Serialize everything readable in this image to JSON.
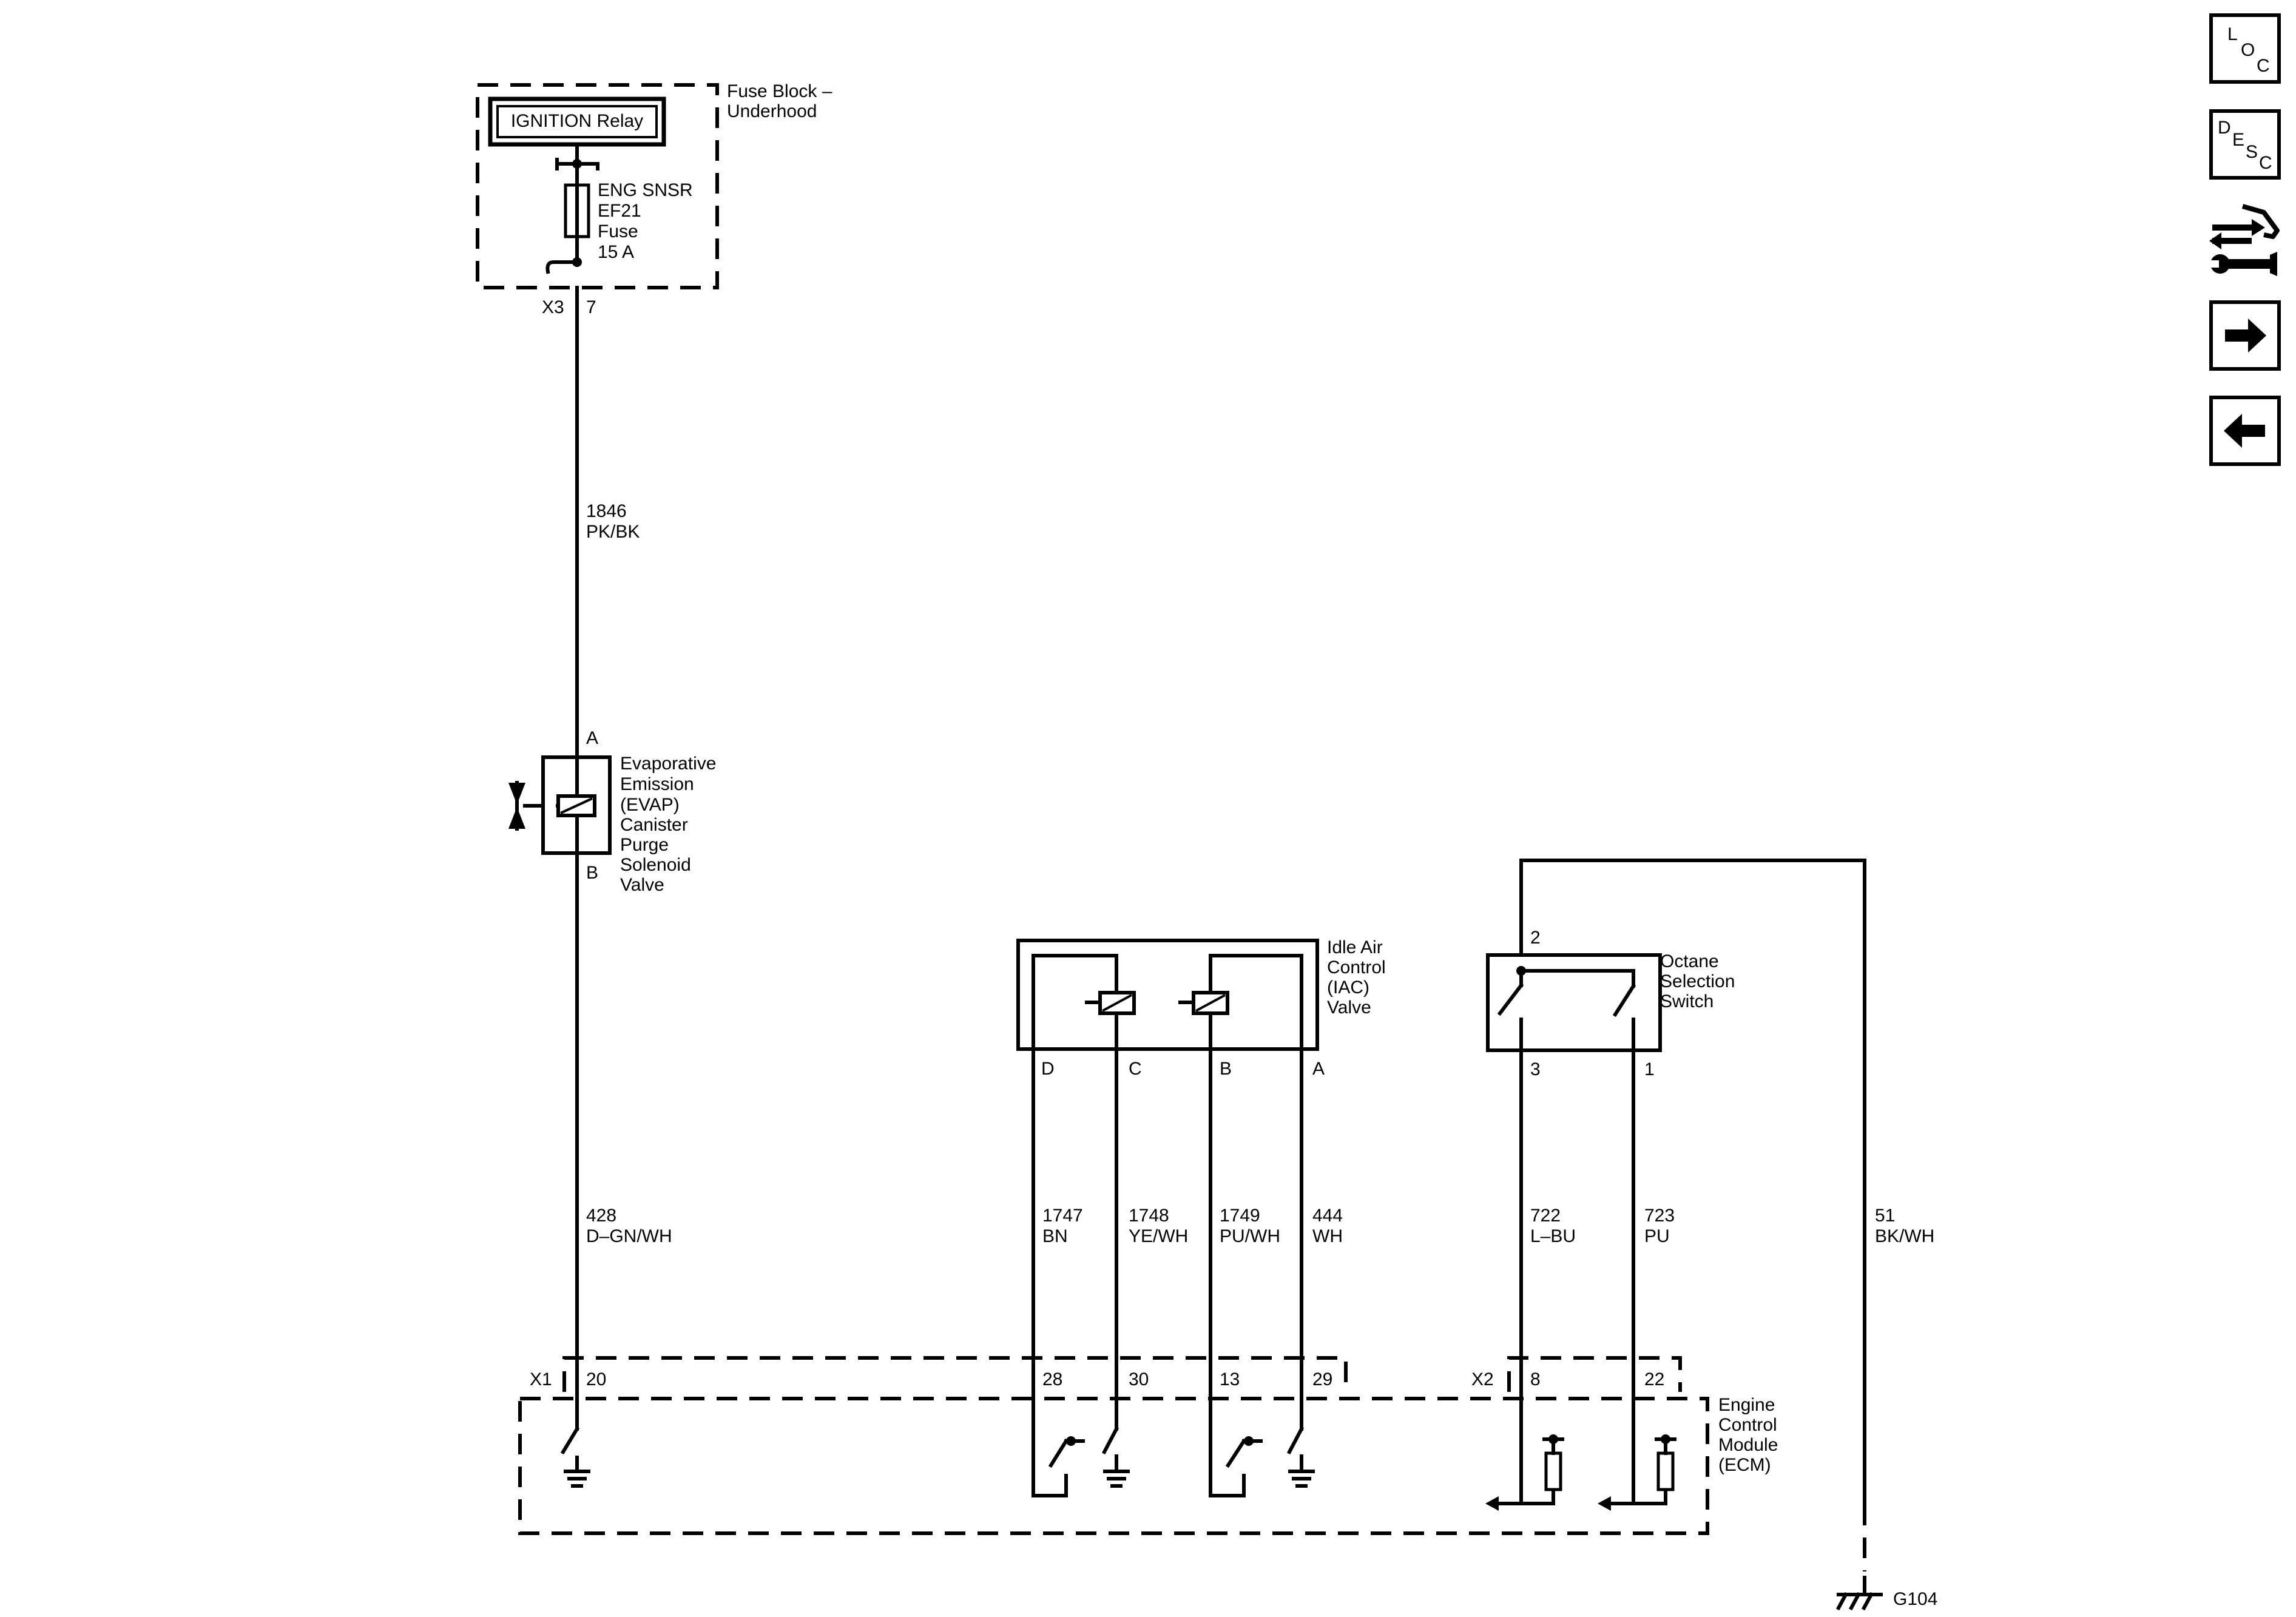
{
  "fuse_block": {
    "title_l1": "Fuse Block –",
    "title_l2": "Underhood",
    "relay_label": "IGNITION Relay",
    "fuse_l1": "ENG SNSR",
    "fuse_l2": "EF21",
    "fuse_l3": "Fuse",
    "fuse_l4": "15 A",
    "connector": "X3",
    "pin": "7"
  },
  "wires": {
    "w1846": {
      "num": "1846",
      "color": "PK/BK"
    },
    "w428": {
      "num": "428",
      "color": "D–GN/WH"
    },
    "w1747": {
      "num": "1747",
      "color": "BN"
    },
    "w1748": {
      "num": "1748",
      "color": "YE/WH"
    },
    "w1749": {
      "num": "1749",
      "color": "PU/WH"
    },
    "w444": {
      "num": "444",
      "color": "WH"
    },
    "w722": {
      "num": "722",
      "color": "L–BU"
    },
    "w723": {
      "num": "723",
      "color": "PU"
    },
    "w51": {
      "num": "51",
      "color": "BK/WH"
    }
  },
  "evap": {
    "l1": "Evaporative",
    "l2": "Emission",
    "l3": "(EVAP)",
    "l4": "Canister",
    "l5": "Purge",
    "l6": "Solenoid",
    "l7": "Valve",
    "pin_a": "A",
    "pin_b": "B"
  },
  "iac": {
    "l1": "Idle Air",
    "l2": "Control",
    "l3": "(IAC)",
    "l4": "Valve",
    "pin_d": "D",
    "pin_c": "C",
    "pin_b": "B",
    "pin_a": "A"
  },
  "octane": {
    "l1": "Octane",
    "l2": "Selection",
    "l3": "Switch",
    "pin_2": "2",
    "pin_3": "3",
    "pin_1": "1"
  },
  "ecm": {
    "l1": "Engine",
    "l2": "Control",
    "l3": "Module",
    "l4": "(ECM)",
    "x1": "X1",
    "x2": "X2",
    "p20": "20",
    "p28": "28",
    "p30": "30",
    "p13": "13",
    "p29": "29",
    "p8": "8",
    "p22": "22"
  },
  "ground": {
    "label": "G104"
  },
  "nav": {
    "loc": {
      "c1": "L",
      "c2": "O",
      "c3": "C",
      "icon": "location-icon"
    },
    "desc": {
      "c1": "D",
      "c2": "E",
      "c3": "S",
      "c4": "C",
      "icon": "description-icon"
    },
    "diag_icon": "connector-wrench-icon",
    "next_icon": "arrow-right-icon",
    "prev_icon": "arrow-left-icon"
  }
}
